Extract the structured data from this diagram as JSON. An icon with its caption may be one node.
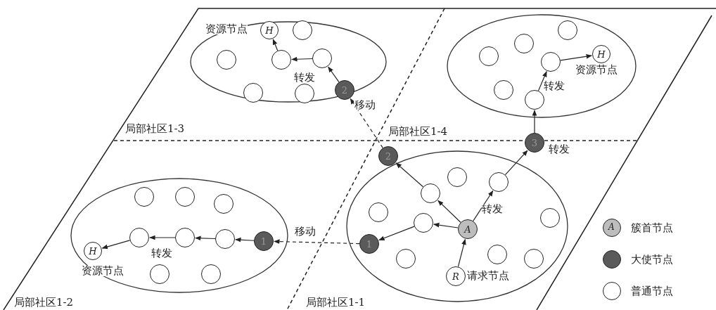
{
  "diagram": {
    "nodes": [
      {
        "text": [],
        "shape": "ellipse"
      },
      {
        "text": [
          "H"
        ],
        "in": 0,
        "beside": [
          "资源节点"
        ]
      },
      {
        "text": [],
        "shape": "circle",
        "in": 0
      },
      {
        "text": [],
        "shape": "circle",
        "in": 0
      },
      {
        "text": [],
        "shape": "circle",
        "in": 0
      },
      {
        "text": [],
        "shape": "circle",
        "in": 0
      },
      {
        "text": [],
        "shape": "circle",
        "in": 0
      },
      {
        "text": [],
        "shape": "circle",
        "in": 0
      },
      {
        "text": [
          "2"
        ],
        "in": 0
      },
      {
        "text": [],
        "shape": "ellipse"
      },
      {
        "text": [],
        "shape": "circle",
        "in": 9
      },
      {
        "text": [],
        "shape": "circle",
        "in": 9
      },
      {
        "text": [],
        "shape": "circle",
        "in": 9
      },
      {
        "text": [],
        "shape": "circle",
        "in": 9
      },
      {
        "text": [
          "H"
        ],
        "in": 9,
        "beside": [
          "资源节点"
        ]
      },
      {
        "text": [],
        "shape": "circle",
        "in": 9
      },
      {
        "text": [],
        "shape": "circle",
        "in": 9
      },
      {
        "text": [
          "2"
        ]
      },
      {
        "text": [
          "3"
        ],
        "beside": [
          "转发"
        ]
      },
      {
        "text": [],
        "shape": "ellipse"
      },
      {
        "text": [],
        "shape": "circle",
        "in": 19
      },
      {
        "text": [],
        "shape": "circle",
        "in": 19
      },
      {
        "text": [],
        "shape": "circle",
        "in": 19
      },
      {
        "text": [],
        "shape": "circle",
        "in": 19
      },
      {
        "text": [],
        "shape": "circle",
        "in": 19
      },
      {
        "text": [
          "A"
        ],
        "in": 19
      },
      {
        "text": [],
        "shape": "circle",
        "in": 19
      },
      {
        "text": [
          "1"
        ],
        "in": 19
      },
      {
        "text": [],
        "shape": "circle",
        "in": 19
      },
      {
        "text": [],
        "shape": "circle",
        "in": 19
      },
      {
        "text": [],
        "shape": "circle",
        "in": 19
      },
      {
        "text": [
          "R"
        ],
        "in": 19,
        "beside": [
          "请求节点"
        ]
      },
      {
        "text": [],
        "shape": "ellipse"
      },
      {
        "text": [],
        "shape": "circle",
        "in": 32
      },
      {
        "text": [],
        "shape": "circle",
        "in": 32
      },
      {
        "text": [],
        "shape": "circle",
        "in": 32
      },
      {
        "text": [],
        "shape": "circle",
        "in": 32
      },
      {
        "text": [],
        "shape": "circle",
        "in": 32
      },
      {
        "text": [],
        "shape": "circle",
        "in": 32
      },
      {
        "text": [
          "1"
        ],
        "in": 32
      },
      {
        "text": [
          "H"
        ],
        "in": 32,
        "beside": [
          "资源节点"
        ]
      },
      {
        "text": [],
        "shape": "circle",
        "in": 32
      },
      {
        "text": [],
        "shape": "circle",
        "in": 32
      }
    ],
    "edges": [
      {
        "from": 8,
        "to": 5,
        "arrow": "to"
      },
      {
        "from": 5,
        "to": 4,
        "arrow": "to"
      },
      {
        "from": 4,
        "to": 1,
        "arrow": "to"
      },
      {
        "from": 18,
        "to": 16,
        "arrow": "to"
      },
      {
        "from": 16,
        "to": 13,
        "arrow": "to"
      },
      {
        "from": 13,
        "to": 14,
        "arrow": "to"
      },
      {
        "from": 31,
        "to": 25,
        "arrow": "to"
      },
      {
        "from": 25,
        "to": 24,
        "arrow": "to"
      },
      {
        "from": 24,
        "to": 27,
        "arrow": "to"
      },
      {
        "from": 25,
        "to": 22,
        "arrow": "to"
      },
      {
        "from": 22,
        "to": 17,
        "arrow": "to"
      },
      {
        "from": 25,
        "to": 21,
        "arrow": "to"
      },
      {
        "from": 21,
        "to": 18,
        "arrow": "to"
      },
      {
        "from": 17,
        "to": 8,
        "arrow": "to",
        "style": "dashed",
        "label": "移动"
      },
      {
        "from": 27,
        "to": 39,
        "arrow": "to",
        "style": "dashed",
        "label": "移动"
      },
      {
        "from": 39,
        "to": 38,
        "arrow": "to"
      },
      {
        "from": 38,
        "to": 37,
        "arrow": "to"
      },
      {
        "from": 37,
        "to": 36,
        "arrow": "to"
      },
      {
        "from": 36,
        "to": 40,
        "arrow": "to"
      }
    ],
    "labels": [
      "转发",
      "转发",
      "局部社区1-3",
      "局部社区1-4",
      "转发",
      "转发",
      "局部社区1-2",
      "局部社区1-1",
      "A"
    ],
    "legend": [
      {
        "text": "簇首节点",
        "color": "#bdbdbd"
      },
      {
        "text": "大使节点",
        "color": "#5a5a5a"
      },
      {
        "text": "普通节点",
        "color": "#ffffff"
      }
    ]
  }
}
